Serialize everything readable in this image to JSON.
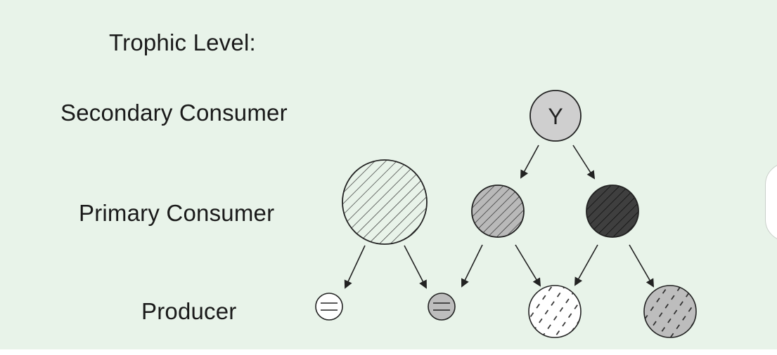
{
  "heading": "Trophic Level:",
  "levels": {
    "secondary": "Secondary Consumer",
    "primary": "Primary Consumer",
    "producer": "Producer"
  },
  "nodes": {
    "top_consumer_label": "Y"
  },
  "colors": {
    "background": "#e8f3e9",
    "stroke": "#222222",
    "node_y_fill": "#cfcfcf",
    "primary_mid_fill": "#b9b9b9",
    "primary_dark_fill": "#3f3f3f",
    "producer_gray_fill": "#bdbdbd",
    "white_fill": "#ffffff"
  }
}
